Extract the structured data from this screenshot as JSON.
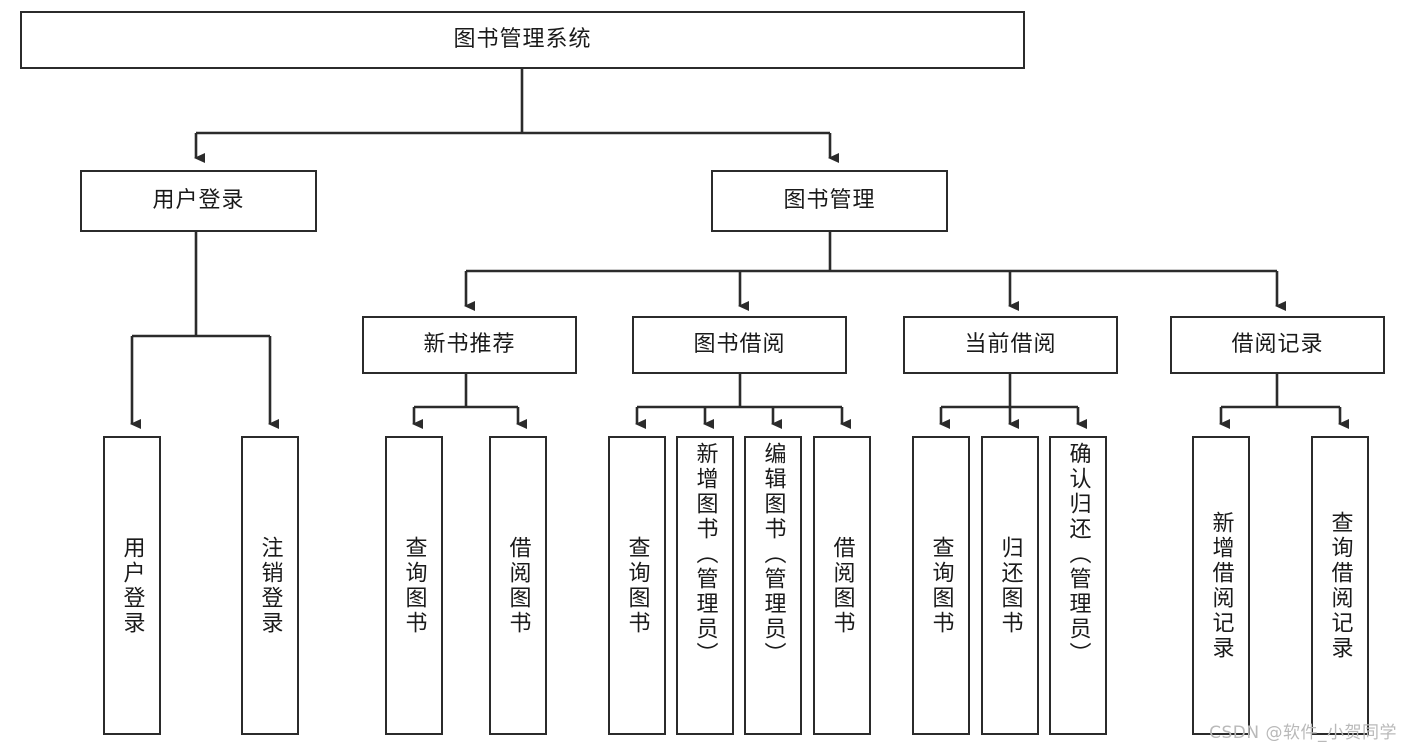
{
  "diagram": {
    "title": "图书管理系统",
    "type": "tree",
    "root": {
      "label": "图书管理系统"
    },
    "level1": [
      {
        "id": "user-login",
        "label": "用户登录"
      },
      {
        "id": "book-manage",
        "label": "图书管理"
      }
    ],
    "level2": [
      {
        "id": "new-book-recommend",
        "label": "新书推荐",
        "parent": "book-manage"
      },
      {
        "id": "book-borrow",
        "label": "图书借阅",
        "parent": "book-manage"
      },
      {
        "id": "current-borrow",
        "label": "当前借阅",
        "parent": "book-manage"
      },
      {
        "id": "borrow-record",
        "label": "借阅记录",
        "parent": "book-manage"
      }
    ],
    "leaves": [
      {
        "id": "leaf-user-login",
        "label": "用户登录",
        "parent": "user-login"
      },
      {
        "id": "leaf-logout-login",
        "label": "注销登录",
        "parent": "user-login"
      },
      {
        "id": "leaf-query-book-1",
        "label": "查询图书",
        "parent": "new-book-recommend"
      },
      {
        "id": "leaf-borrow-book-1",
        "label": "借阅图书",
        "parent": "new-book-recommend"
      },
      {
        "id": "leaf-query-book-2",
        "label": "查询图书",
        "parent": "book-borrow"
      },
      {
        "id": "leaf-add-book",
        "label": "新增图书（管理员）",
        "parent": "book-borrow"
      },
      {
        "id": "leaf-edit-book",
        "label": "编辑图书（管理员）",
        "parent": "book-borrow"
      },
      {
        "id": "leaf-borrow-book-2",
        "label": "借阅图书",
        "parent": "book-borrow"
      },
      {
        "id": "leaf-query-book-3",
        "label": "查询图书",
        "parent": "current-borrow"
      },
      {
        "id": "leaf-return-book",
        "label": "归还图书",
        "parent": "current-borrow"
      },
      {
        "id": "leaf-confirm-return",
        "label": "确认归还（管理员）",
        "parent": "current-borrow"
      },
      {
        "id": "leaf-add-record",
        "label": "新增借阅记录",
        "parent": "borrow-record"
      },
      {
        "id": "leaf-query-record",
        "label": "查询借阅记录",
        "parent": "borrow-record"
      }
    ],
    "colors": {
      "stroke": "#2b2b2b",
      "fill": "#ffffff",
      "text": "#1a1a1a",
      "watermark": "#b9b9b9"
    }
  },
  "watermark": {
    "text": "CSDN @软件_小贺同学"
  }
}
